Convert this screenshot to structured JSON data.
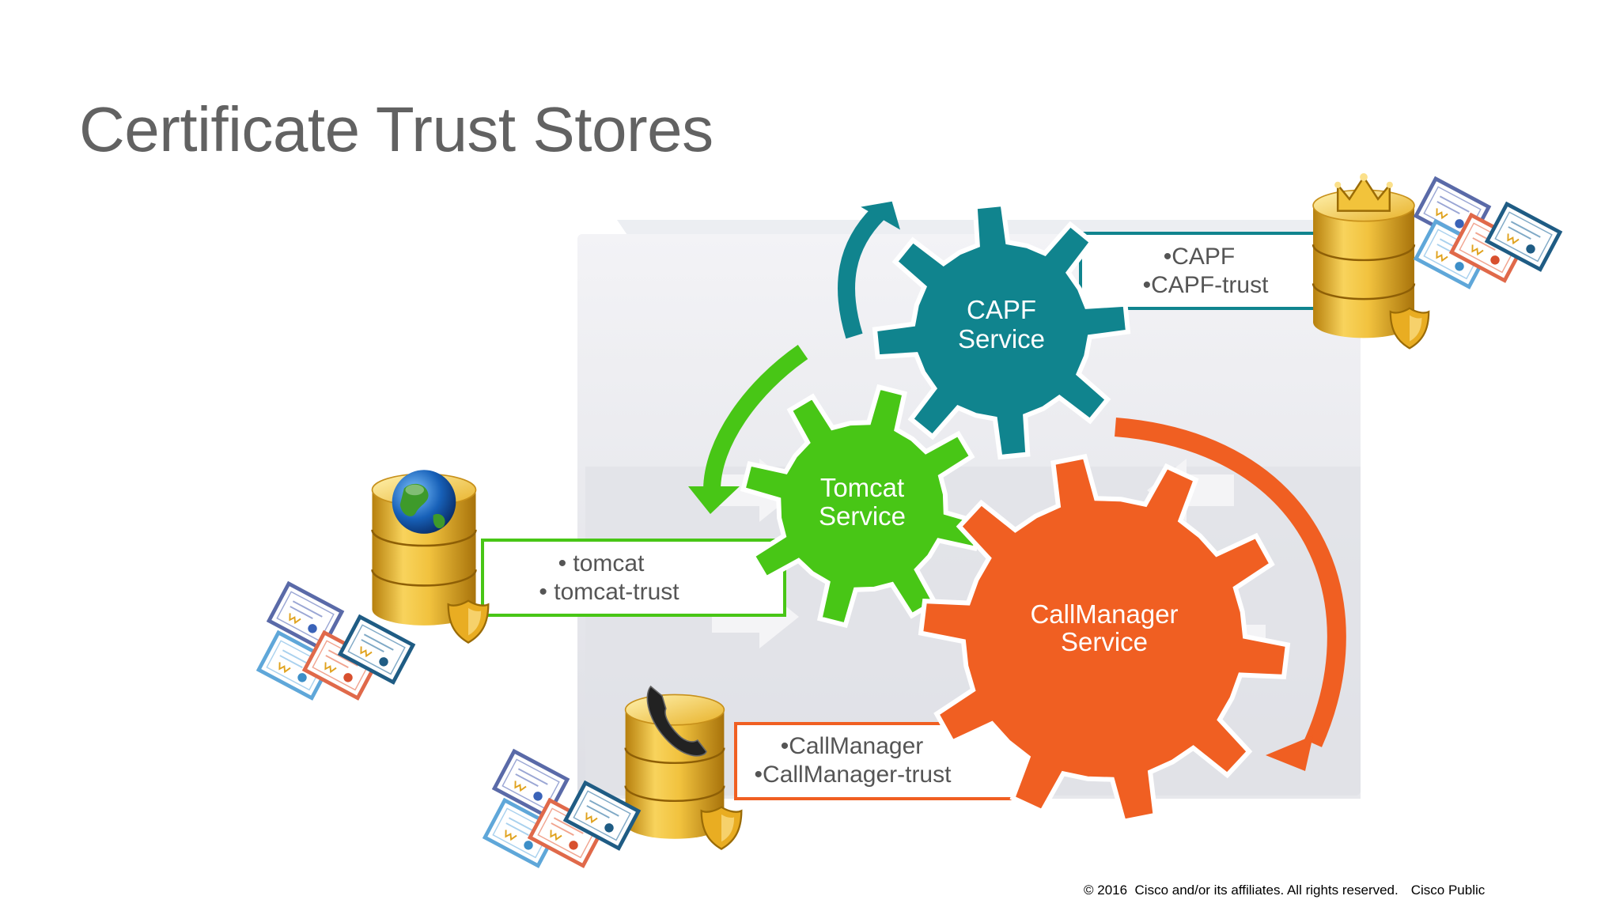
{
  "slide": {
    "title": "Certificate Trust Stores",
    "footer": {
      "copyright": "© 2016  Cisco and/or its affiliates. All rights reserved.",
      "classification": "Cisco Public"
    }
  },
  "services": {
    "capf": {
      "line1": "CAPF",
      "line2": "Service",
      "color": "#10848e"
    },
    "tomcat": {
      "line1": "Tomcat",
      "line2": "Service",
      "color": "#48c616"
    },
    "callmanager": {
      "line1": "CallManager",
      "line2": "Service",
      "color": "#f05f22"
    }
  },
  "stores": {
    "capf": {
      "items": [
        "•CAPF",
        "•CAPF-trust"
      ],
      "icon": "crown-icon"
    },
    "tomcat": {
      "items": [
        "• tomcat",
        "• tomcat-trust"
      ],
      "icon": "globe-icon"
    },
    "callmanager": {
      "items": [
        "•CallManager",
        "•CallManager-trust"
      ],
      "icon": "phone-handset-icon"
    }
  },
  "colors": {
    "title": "#626262",
    "server": "#e6e7ec",
    "gold": "#e2a91e"
  }
}
